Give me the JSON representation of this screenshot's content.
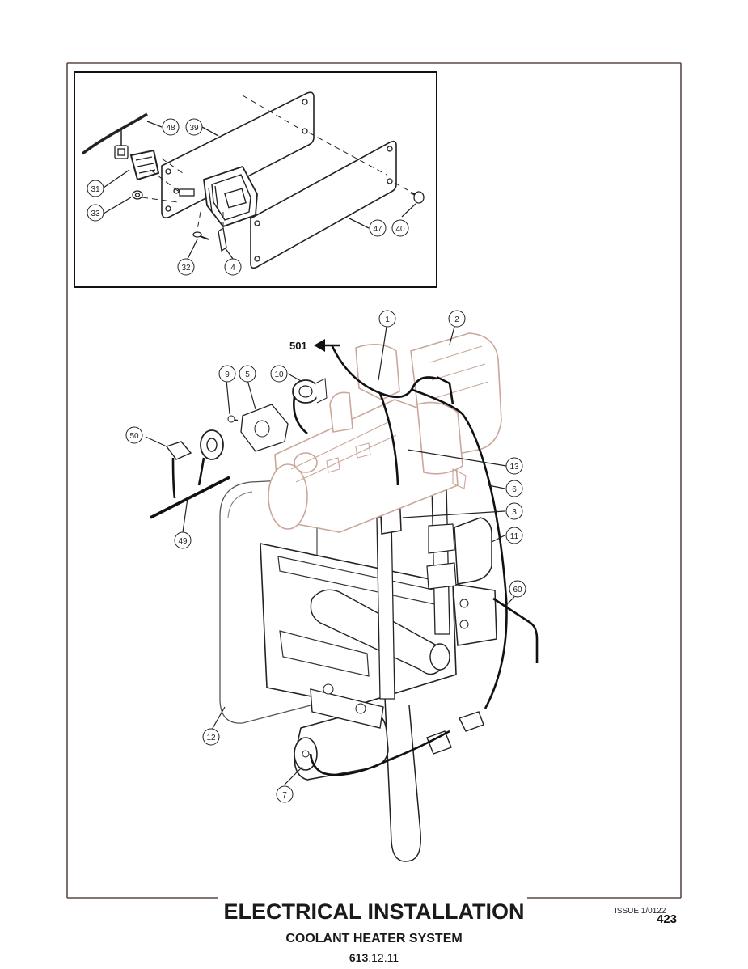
{
  "callouts": {
    "c48": "48",
    "c39": "39",
    "c31": "31",
    "c33": "33",
    "c32": "32",
    "c4": "4",
    "c47": "47",
    "c40": "40",
    "c1": "1",
    "c2": "2",
    "c9": "9",
    "c5": "5",
    "c10": "10",
    "c50": "50",
    "c13": "13",
    "c6": "6",
    "c3": "3",
    "c11": "11",
    "c49": "49",
    "c60": "60",
    "c12": "12",
    "c7": "7"
  },
  "reference_arrow": "501",
  "footer": {
    "title": "ELECTRICAL INSTALLATION",
    "subtitle": "COOLANT HEATER SYSTEM",
    "doc_number_bold": "613",
    "doc_number_rest": ".12.11",
    "issue": "ISSUE 1/0122",
    "page": "423"
  },
  "colors": {
    "ink": "#222222",
    "frame": "#5a4a46",
    "part_tint": "#caa79a"
  }
}
